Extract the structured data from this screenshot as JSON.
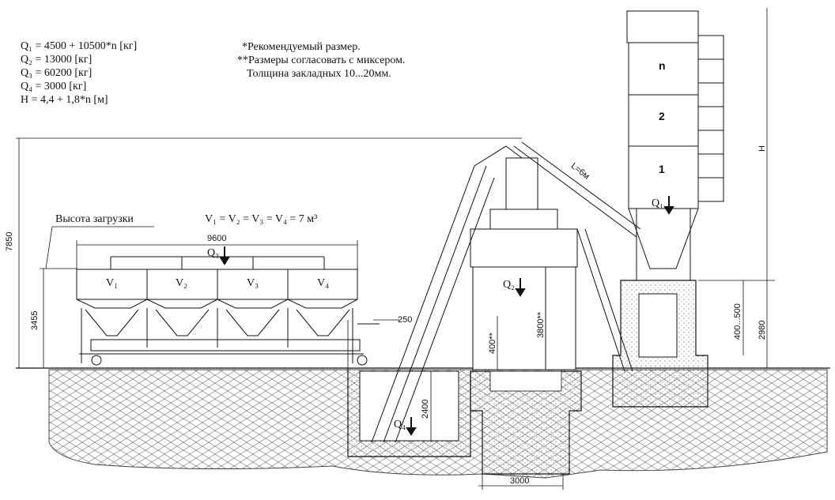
{
  "formulas": {
    "q1": "Q₁ = 4500 + 10500*n [кг]",
    "q2": "Q₂ = 13000 [кг]",
    "q3": "Q₃ = 60200 [кг]",
    "q4": "Q₄ = 3000 [кг]",
    "h": "H = 4,4 + 1,8*n [м]"
  },
  "notes": {
    "recommended": "*Рекомендуемый размер.",
    "mixer": "**Размеры согласовать с миксером.",
    "thickness": "Толщина закладных 10...20мм."
  },
  "labels": {
    "loading_height": "Высота загрузки",
    "volumes": "V₁ = V₂ = V₃ = V₄ = 7 м³",
    "v1": "V₁",
    "v2": "V₂",
    "v3": "V₃",
    "v4": "V₄",
    "q1_arrow": "Q₁",
    "q2_arrow": "Q₂",
    "q3_arrow": "Q₃",
    "q4_arrow": "Q₄",
    "silo_n": "n",
    "silo_2": "2",
    "silo_1": "1",
    "screw_length": "L=6м"
  },
  "dimensions": {
    "overall_height": "7850",
    "hopper_height": "3455",
    "bin_width": "9600",
    "offset_250": "250",
    "d_400": "400**",
    "d_3800": "3800**",
    "pit_depth": "2400",
    "pit_width": "3000",
    "d_400_500": "400...500",
    "d_2980": "2980",
    "silo_h": "H"
  },
  "colors": {
    "line": "#111111",
    "soil": "#6b6b6b",
    "background": "#ffffff"
  }
}
